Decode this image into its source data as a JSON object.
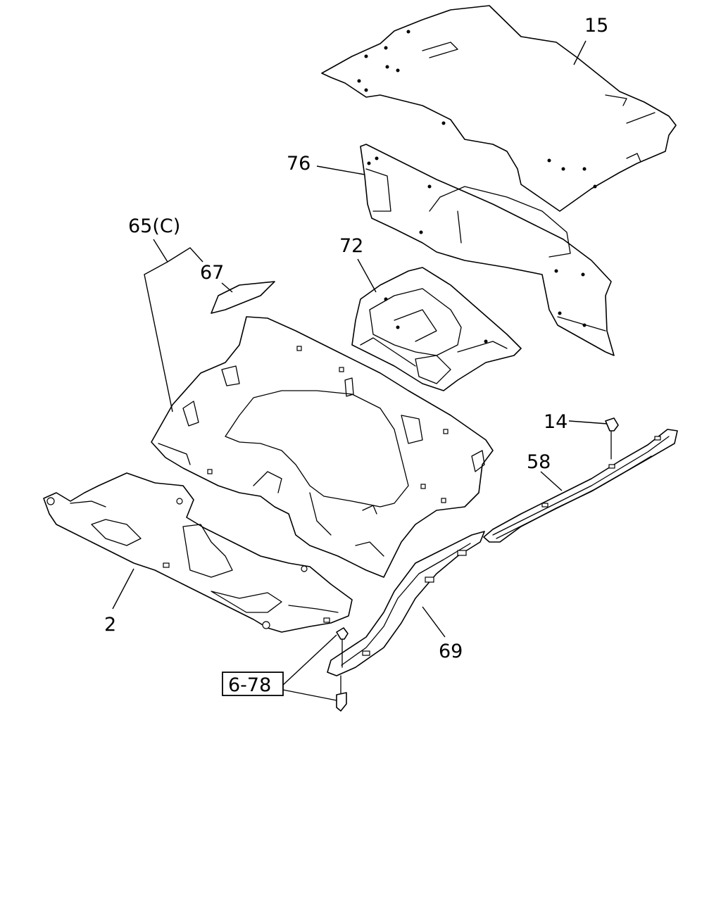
{
  "diagram": {
    "callouts": {
      "p15": "15",
      "p76": "76",
      "p65c": "65(C)",
      "p67": "67",
      "p72": "72",
      "p14": "14",
      "p58": "58",
      "p2": "2",
      "p69": "69",
      "p678": "6-78"
    },
    "colors": {
      "line": "#000000",
      "background": "#ffffff"
    }
  }
}
